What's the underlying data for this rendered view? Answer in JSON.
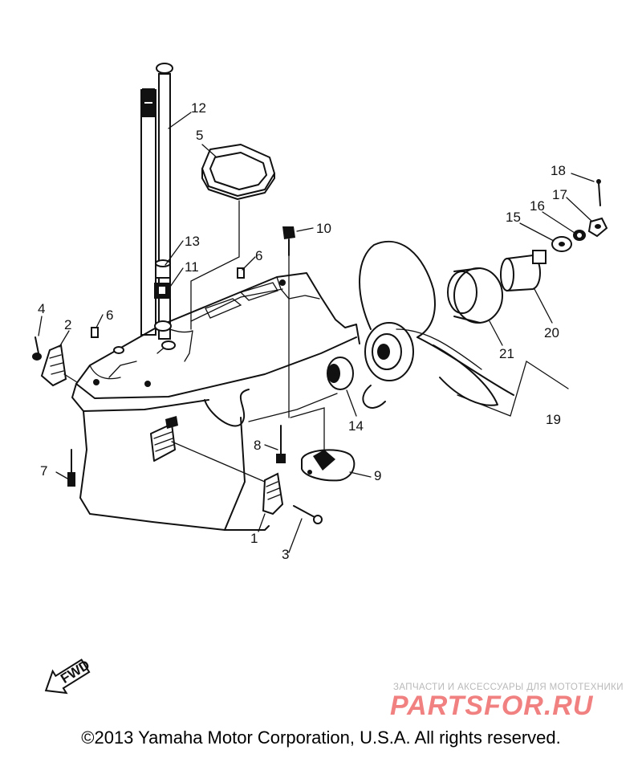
{
  "diagram": {
    "part_labels": {
      "p1": "1",
      "p2": "2",
      "p3": "3",
      "p4": "4",
      "p5": "5",
      "p6a": "6",
      "p6b": "6",
      "p7": "7",
      "p8": "8",
      "p9": "9",
      "p10": "10",
      "p11": "11",
      "p12": "12",
      "p13": "13",
      "p14": "14",
      "p15": "15",
      "p16": "16",
      "p17": "17",
      "p18": "18",
      "p19": "19",
      "p20": "20",
      "p21": "21"
    },
    "fwd_label": "FWD",
    "line_color": "#111111"
  },
  "watermark": {
    "tagline": "ЗАПЧАСТИ И АКСЕССУАРЫ ДЛЯ МОТОТЕХНИКИ",
    "logo_text": "PARTSFOR.RU",
    "logo_color": "#ef6b6b"
  },
  "footer": {
    "copyright": "©2013 Yamaha Motor Corporation, U.S.A. All rights reserved."
  }
}
